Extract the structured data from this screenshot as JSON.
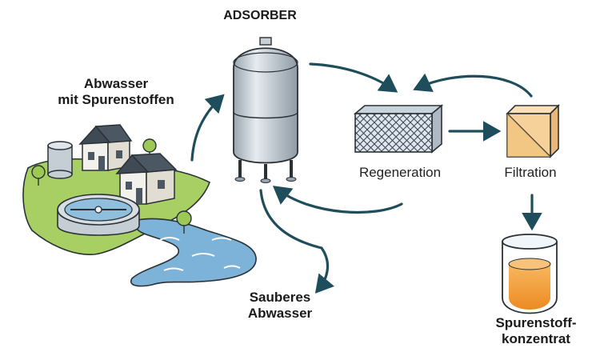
{
  "labels": {
    "adsorber": "ADSORBER",
    "wastewater_line1": "Abwasser",
    "wastewater_line2": "mit Spurenstoffen",
    "regeneration": "Regeneration",
    "filtration": "Filtration",
    "clean_line1": "Sauberes",
    "clean_line2": "Abwasser",
    "concentrate_line1": "Spurenstoff-",
    "concentrate_line2": "konzentrat"
  },
  "colors": {
    "arrow": "#1e4d5c",
    "outline": "#2a3136",
    "grass": "#a7cf63",
    "water": "#7db3d8",
    "tank": "#bcc6ce",
    "concentrate": "#f3a23d",
    "filter_box": "#f6d19a"
  },
  "icons": [
    "treatment-plant-scene",
    "adsorber-tank-icon",
    "regeneration-filter-icon",
    "filtration-box-icon",
    "concentrate-beaker-icon"
  ]
}
